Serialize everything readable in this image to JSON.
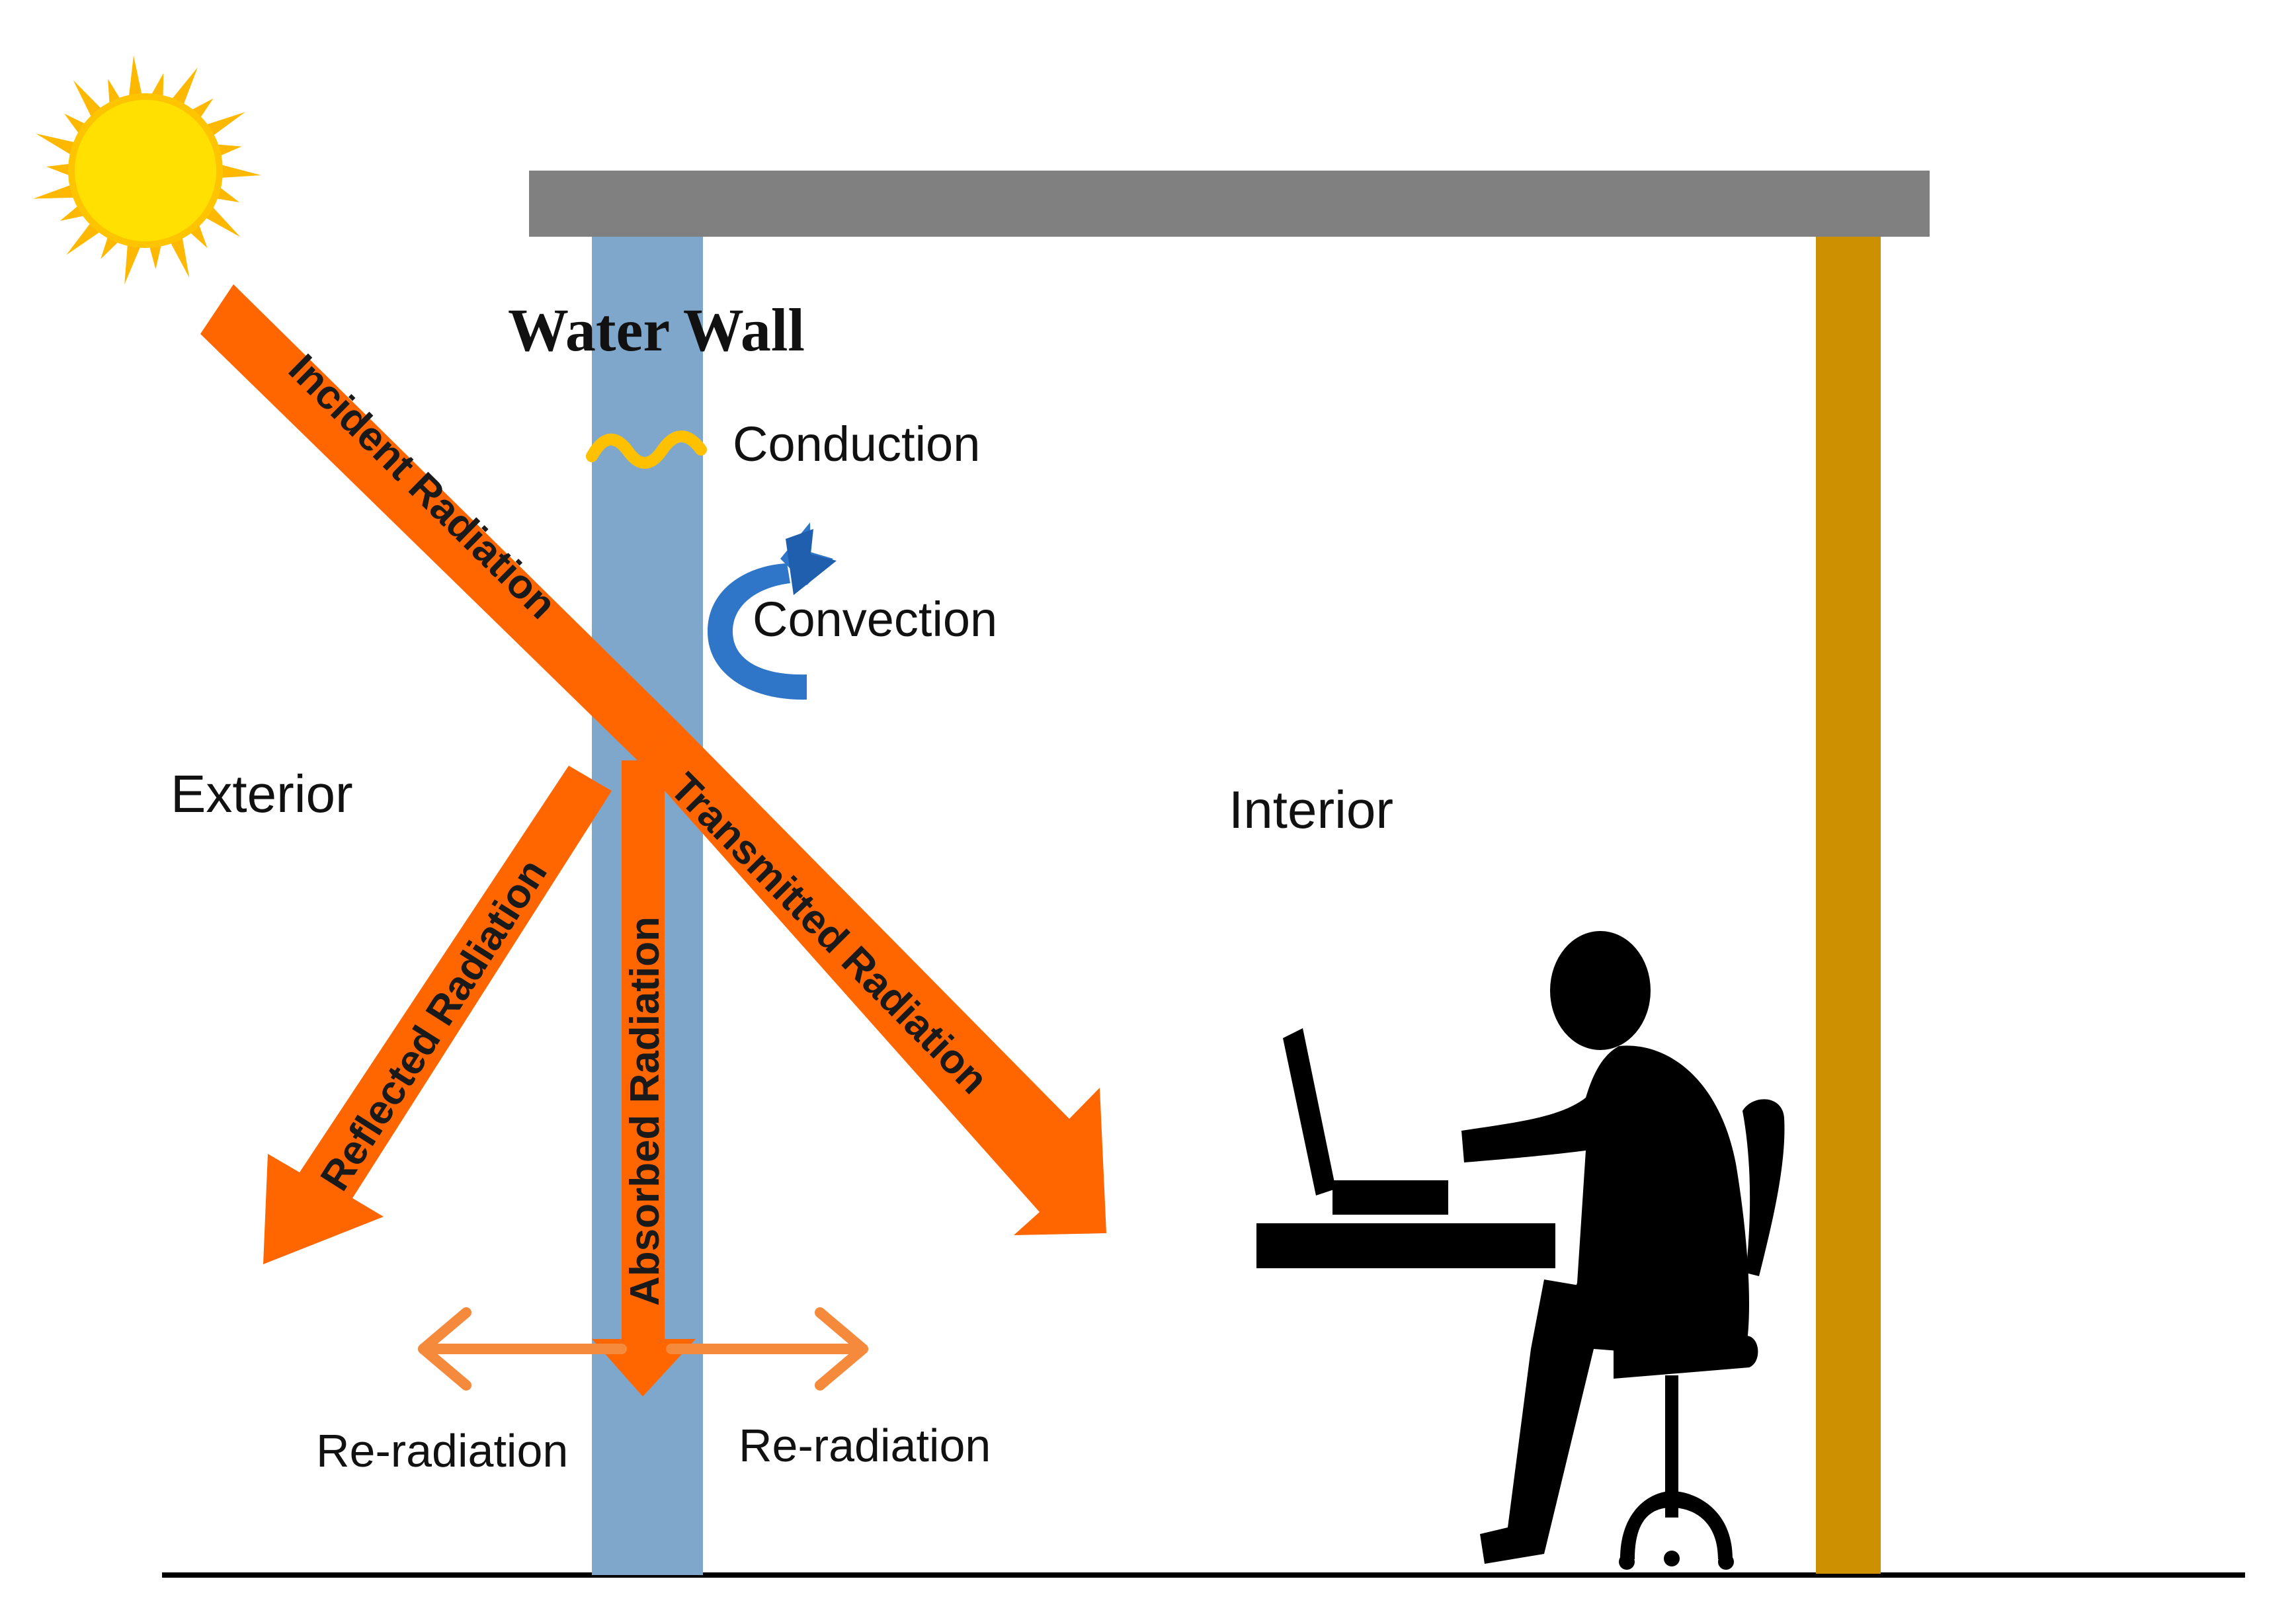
{
  "labels": {
    "water_wall": "Water Wall",
    "conduction": "Conduction",
    "convection": "Convection",
    "exterior": "Exterior",
    "interior": "Interior",
    "incident": "Incident Radiation",
    "reflected": "Reflected Radiation",
    "absorbed": "Absorbed Radiation",
    "transmitted": "Transmitted Radiation",
    "reradiation_left": "Re-radiation",
    "reradiation_right": "Re-radiation"
  },
  "colors": {
    "radiation": "#FF6600",
    "reradiation": "#F58A3C",
    "water_wall": "#7FA7CC",
    "roof": "#808080",
    "interior_wall": "#CC9000",
    "conduction": "#FFC000",
    "convection": "#2F75C8",
    "sun_core": "#FFE000",
    "sun_rays": "#FFB800",
    "figure": "#000000"
  },
  "icons": {
    "sun": "sun-icon",
    "person": "person-at-laptop-icon",
    "conduction": "wavy-line-icon",
    "convection": "curved-arrow-icon"
  }
}
